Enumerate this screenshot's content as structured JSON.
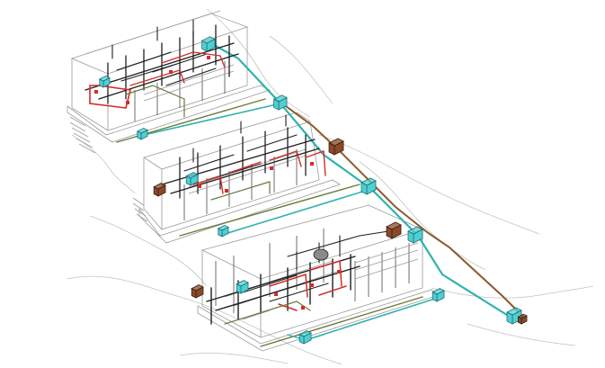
{
  "diagram": {
    "style": "isometric-mep-piping-model",
    "colors": {
      "background": "#ffffff",
      "building_line": "#9a9a9a",
      "structure_line": "#4a4a4a",
      "terrain_line": "#c4c4c4",
      "chilled_water_pipe": "#2fb3b0",
      "supply_pipe": "#8b5a2b",
      "hot_water_pipe": "#d42a2a",
      "drain_pipe": "#6a7a3a",
      "equipment_fill": "#4fd0d0",
      "equipment_stroke": "#1d6f7a",
      "pump_fill": "#8a4a2a",
      "dark_pipe": "#1f1f1f"
    },
    "levels": [
      {
        "name": "upper-building"
      },
      {
        "name": "middle-building"
      },
      {
        "name": "lower-building"
      }
    ]
  }
}
